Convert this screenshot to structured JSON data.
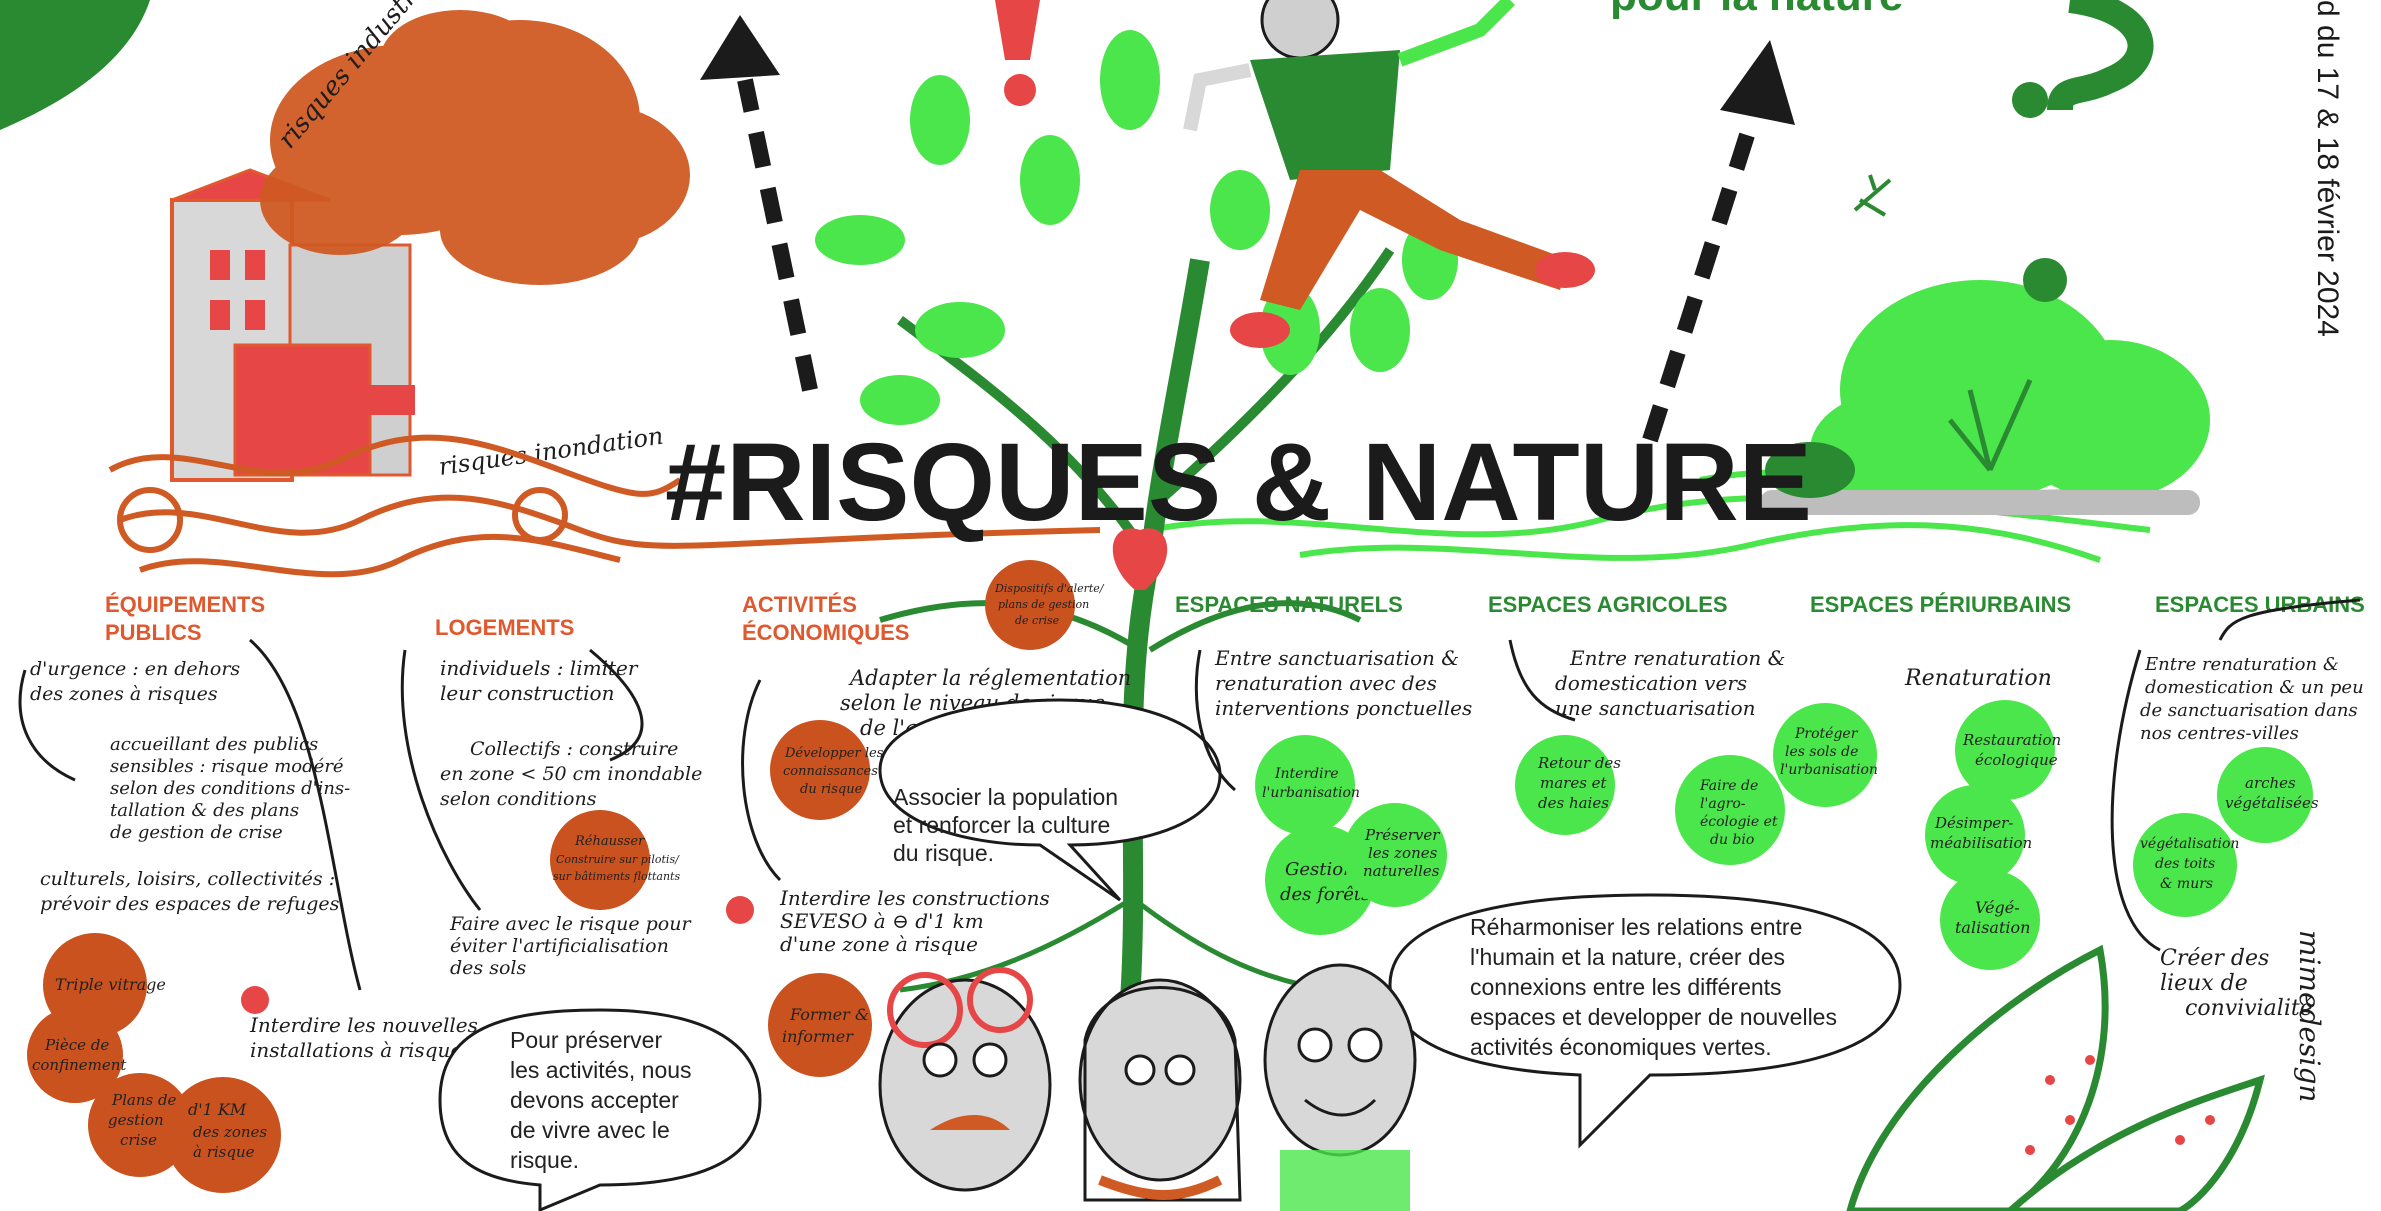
{
  "title": "#RISQUES & NATURE",
  "top_right_title": "pour la nature",
  "side_date": "d du 17 & 18 février 2024",
  "signature": "mimedesign",
  "colors": {
    "orange": "#e0582e",
    "green": "#2a8a32",
    "bright_green": "#4be64b",
    "dark": "#1b1b1b"
  },
  "scene_labels": {
    "industrial_risk": "risques industriels",
    "flood_risk": "risques inondation"
  },
  "categories": {
    "equipements_publics": [
      "ÉQUIPEMENTS",
      "PUBLICS"
    ],
    "logements": "LOGEMENTS",
    "activites": [
      "ACTIVITÉS",
      "ÉCONOMIQUES"
    ],
    "espaces_naturels": "ESPACES NATURELS",
    "espaces_agricoles": "ESPACES AGRICOLES",
    "espaces_periurbains": "ESPACES PÉRIURBAINS",
    "espaces_urbains": "ESPACES URBAINS"
  },
  "notes_equipements": {
    "urgence": [
      "d'urgence : en dehors",
      "des zones à risques"
    ],
    "sensibles": [
      "accueillant des publics",
      "sensibles : risque modéré",
      "selon des conditions d'ins-",
      "tallation & des plans",
      "de gestion de crise"
    ],
    "culturels": [
      "culturels, loisirs, collectivités :",
      "prévoir des espaces de refuges"
    ],
    "interdire": [
      "Interdire les nouvelles",
      "installations à risque"
    ]
  },
  "circles_equipements": {
    "triple": "Triple vitrage",
    "piece": [
      "Pièce de",
      "confinement"
    ],
    "plans": [
      "Plans de",
      "gestion de",
      "crise"
    ],
    "km": [
      "d'1 KM",
      "des zones",
      "à risque"
    ]
  },
  "notes_logements": {
    "individuels": [
      "individuels : limiter",
      "leur construction"
    ],
    "collectifs": [
      "Collectifs : construire",
      "en zone < 50 cm inondable",
      "selon conditions"
    ],
    "faire": [
      "Faire avec le risque pour",
      "éviter l'artificialisation",
      "des sols"
    ]
  },
  "circle_logements": [
    "Réhausser",
    "Construire sur pilotis/",
    "sur bâtiments flottants"
  ],
  "notes_activites": {
    "adapter": [
      "Adapter la réglementation",
      "selon le niveau de risque",
      "de l'activité"
    ],
    "interdire": [
      "Interdire les constructions",
      "SEVESO à ⊖ d'1 km",
      "d'une zone à risque"
    ]
  },
  "circles_activites": {
    "dispositifs": [
      "Dispositifs d'alerte/",
      "plans de gestion",
      "de crise"
    ],
    "connaissances": [
      "Développer les",
      "connaissances",
      "du risque"
    ],
    "former": [
      "Former &",
      "informer"
    ]
  },
  "notes_naturels": [
    "Entre sanctuarisation &",
    "renaturation avec des",
    "interventions ponctuelles"
  ],
  "circles_naturels": {
    "urbanisation": [
      "Interdire",
      "l'urbanisation"
    ],
    "forets": [
      "Gestion",
      "des forêts"
    ],
    "preserver": [
      "Préserver",
      "les zones",
      "naturelles"
    ]
  },
  "notes_agricoles": [
    "Entre renaturation &",
    "domestication vers",
    "une sanctuarisation"
  ],
  "circles_agricoles": {
    "mares": [
      "Retour des",
      "mares et",
      "des haies"
    ],
    "agro": [
      "Faire de",
      "l'agro-",
      "écologie et",
      "du bio"
    ],
    "proteger": [
      "Protéger",
      "les sols de",
      "l'urbanisation"
    ]
  },
  "notes_periurbains": "Renaturation",
  "circles_periurbains": {
    "restauration": [
      "Restauration",
      "écologique"
    ],
    "desimper": [
      "Désimper-",
      "méabilisation"
    ],
    "vege": [
      "Végé-",
      "talisation"
    ]
  },
  "notes_urbains": [
    "Entre renaturation &",
    "domestication & un peu",
    "de sanctuarisation dans",
    "nos centres-villes"
  ],
  "circles_urbains": {
    "arches": [
      "arches",
      "végétalisées"
    ],
    "toits": [
      "végétalisation",
      "des toits",
      "& murs"
    ]
  },
  "note_convivialite": [
    "Créer des",
    "lieux de",
    "convivialité"
  ],
  "bubbles": {
    "culture": [
      "Associer la population",
      "et renforcer la culture",
      "du risque."
    ],
    "preserver": [
      "Pour préserver",
      "les activités, nous",
      "devons accepter",
      "de vivre avec le",
      "risque."
    ],
    "harmonie": [
      "Réharmoniser les relations entre",
      "l'humain et la nature, créer des",
      "connexions entre les différents",
      "espaces et developper de nouvelles",
      "activités économiques vertes."
    ]
  }
}
